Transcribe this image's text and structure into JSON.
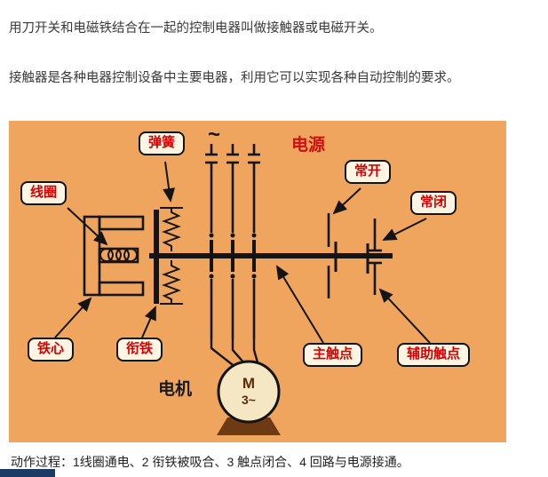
{
  "intro": {
    "line1": "用刀开关和电磁铁结合在一起的控制电器叫做接触器或电磁开关。",
    "line2": "接触器是各种电器控制设备中主要电器，利用它可以实现各种自动控制的要求。"
  },
  "diagram": {
    "labels": {
      "spring": "弹簧",
      "power": "电源",
      "tilde": "~",
      "normally_open": "常开",
      "normally_closed": "常闭",
      "coil": "线圈",
      "iron_core": "铁心",
      "armature": "衔铁",
      "main_contact": "主触点",
      "aux_contact": "辅助触点",
      "motor": "电机",
      "motor_symbol_m": "M",
      "motor_symbol_phase": "3~"
    },
    "colors": {
      "diagram_bg": "#f0a55e",
      "label_text": "#d40000",
      "circuit_line": "#141414",
      "motor_base": "#6d3a14",
      "bottom_bar": "#1b3a66"
    }
  },
  "caption": "动作过程：1线圈通电、2 衔铁被吸合、3 触点闭合、4 回路与电源接通。"
}
